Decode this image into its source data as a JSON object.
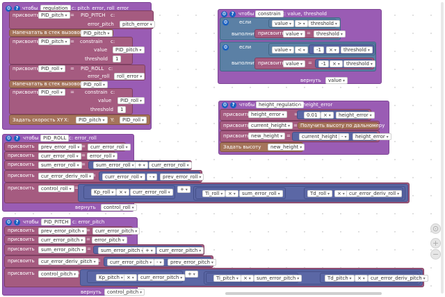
{
  "workspace": {
    "colors": {
      "procedure": "#9a5cb4",
      "variable": "#a55b80",
      "math": "#5b67a5",
      "logic": "#5b80a5",
      "sensor": "#a5745b"
    },
    "func_regulation": {
      "header": {
        "kw": "чтобы",
        "name": "regulation",
        "params": "с: pitch_error, roll_error"
      },
      "set1": {
        "kw": "присвоить",
        "var": "PID_pitch",
        "eq": "=",
        "call": "PID_PITCH",
        "c": "c:",
        "arg_label": "error_pitch",
        "arg_val": "pitch_error"
      },
      "print1": {
        "kw": "Напечатать в стек вызовов",
        "val": "PID_pitch"
      },
      "set2": {
        "kw": "присвоить",
        "var": "PID_pitch",
        "eq": "=",
        "call": "constrain",
        "c": "с:",
        "l1": "value",
        "v1": "PID_pitch",
        "l2": "threshold",
        "v2": "1"
      },
      "set3": {
        "kw": "присвоить",
        "var": "PID_roll",
        "eq": "=",
        "call": "PID_ROLL",
        "c": "c:",
        "arg_label": "error_roll",
        "arg_val": "roll_error"
      },
      "print2": {
        "kw": "Напечатать в стек вызовов",
        "val": "PID_roll"
      },
      "set4": {
        "kw": "присвоить",
        "var": "PID_roll",
        "eq": "=",
        "call": "constrain",
        "c": "с:",
        "l1": "value",
        "v1": "PID_roll",
        "l2": "threshold",
        "v2": "1"
      },
      "speed": {
        "kw": "Задать скорость XY",
        "x": "X:",
        "xv": "PID_pitch",
        "y": "Y:",
        "yv": "PID_roll"
      }
    },
    "func_constrain": {
      "header": {
        "kw": "чтобы",
        "name": "constrain",
        "params": "с: value, threshold"
      },
      "if1": {
        "if": "если",
        "a": "value",
        "op": ">",
        "b": "threshold",
        "do": "выполнить",
        "set": "присвоить",
        "var": "value",
        "eq": "=",
        "val": "threshold"
      },
      "if2": {
        "if": "если",
        "a": "value",
        "op": "<",
        "neg": "-1",
        "mul": "×",
        "b": "threshold",
        "do": "выполнить",
        "set": "присвоить",
        "var": "value",
        "eq": "=",
        "val": "threshold"
      },
      "ret": {
        "kw": "вернуть",
        "val": "value"
      }
    },
    "func_height": {
      "header": {
        "kw": "чтобы",
        "name": "height_regulation",
        "params": "с: height_error"
      },
      "set1": {
        "kw": "присвоить",
        "var": "height_error",
        "eq": "=",
        "num": "0.01",
        "op": "×",
        "val": "height_error"
      },
      "set2": {
        "kw": "присвоить",
        "var": "current_height",
        "eq": "=",
        "sensor": "Получить высоту по дальномеру"
      },
      "set3": {
        "kw": "присвоить",
        "var": "new_height",
        "eq": "=",
        "a": "current_height",
        "op": "-",
        "b": "height_error"
      },
      "set4": {
        "kw": "Задать высоту",
        "val": "new_height"
      }
    },
    "func_pid_roll": {
      "header": {
        "kw": "чтобы",
        "name": "PID_ROLL",
        "params": "с: error_roll"
      },
      "s1": {
        "kw": "присвоить",
        "var": "prev_error_roll",
        "eq": "=",
        "val": "curr_error_roll"
      },
      "s2": {
        "kw": "присвоить",
        "var": "curr_error_roll",
        "eq": "=",
        "val": "error_roll"
      },
      "s3": {
        "kw": "присвоить",
        "var": "sum_error_roll",
        "eq": "=",
        "a": "sum_error_roll",
        "op": "+",
        "b": "curr_error_roll"
      },
      "s4": {
        "kw": "присвоить",
        "var": "cur_error_deriv_roll",
        "eq": "=",
        "a": "curr_error_roll",
        "op": "-",
        "b": "prev_error_roll"
      },
      "s5": {
        "kw": "присвоить",
        "var": "control_roll",
        "eq": "=",
        "k1": "Kp_roll",
        "e1": "curr_error_roll",
        "k2": "Ti_roll",
        "e2": "sum_error_roll",
        "k3": "Td_roll",
        "e3": "cur_error_deriv_roll",
        "mul": "×",
        "plus": "+"
      },
      "ret": {
        "kw": "вернуть",
        "val": "control_roll"
      }
    },
    "func_pid_pitch": {
      "header": {
        "kw": "чтобы",
        "name": "PID_PITCH",
        "params": "с: error_pitch"
      },
      "s1": {
        "kw": "присвоить",
        "var": "prev_error_pitch",
        "eq": "=",
        "val": "curr_error_pitch"
      },
      "s2": {
        "kw": "присвоить",
        "var": "curr_error_pitch",
        "eq": "=",
        "val": "error_pitch"
      },
      "s3": {
        "kw": "присвоить",
        "var": "sum_error_pitch",
        "eq": "=",
        "a": "sum_error_pitch",
        "op": "+",
        "b": "curr_error_pitch"
      },
      "s4": {
        "kw": "присвоить",
        "var": "cur_error_deriv_pitch",
        "eq": "=",
        "a": "curr_error_pitch",
        "op": "-",
        "b": "prev_error_pitch"
      },
      "s5": {
        "kw": "присвоить",
        "var": "control_pitch",
        "eq": "=",
        "k1": "Kp_pitch",
        "e1": "curr_error_pitch",
        "k2": "Ti_pitch",
        "e2": "sum_error_pitch",
        "k3": "Td_pitch",
        "e3": "cur_error_deriv_pitch",
        "mul": "×",
        "plus": "+"
      },
      "ret": {
        "kw": "вернуть",
        "val": "control_pitch"
      }
    },
    "zoom": {
      "reset": "⊙",
      "in": "+",
      "out": "−"
    }
  }
}
